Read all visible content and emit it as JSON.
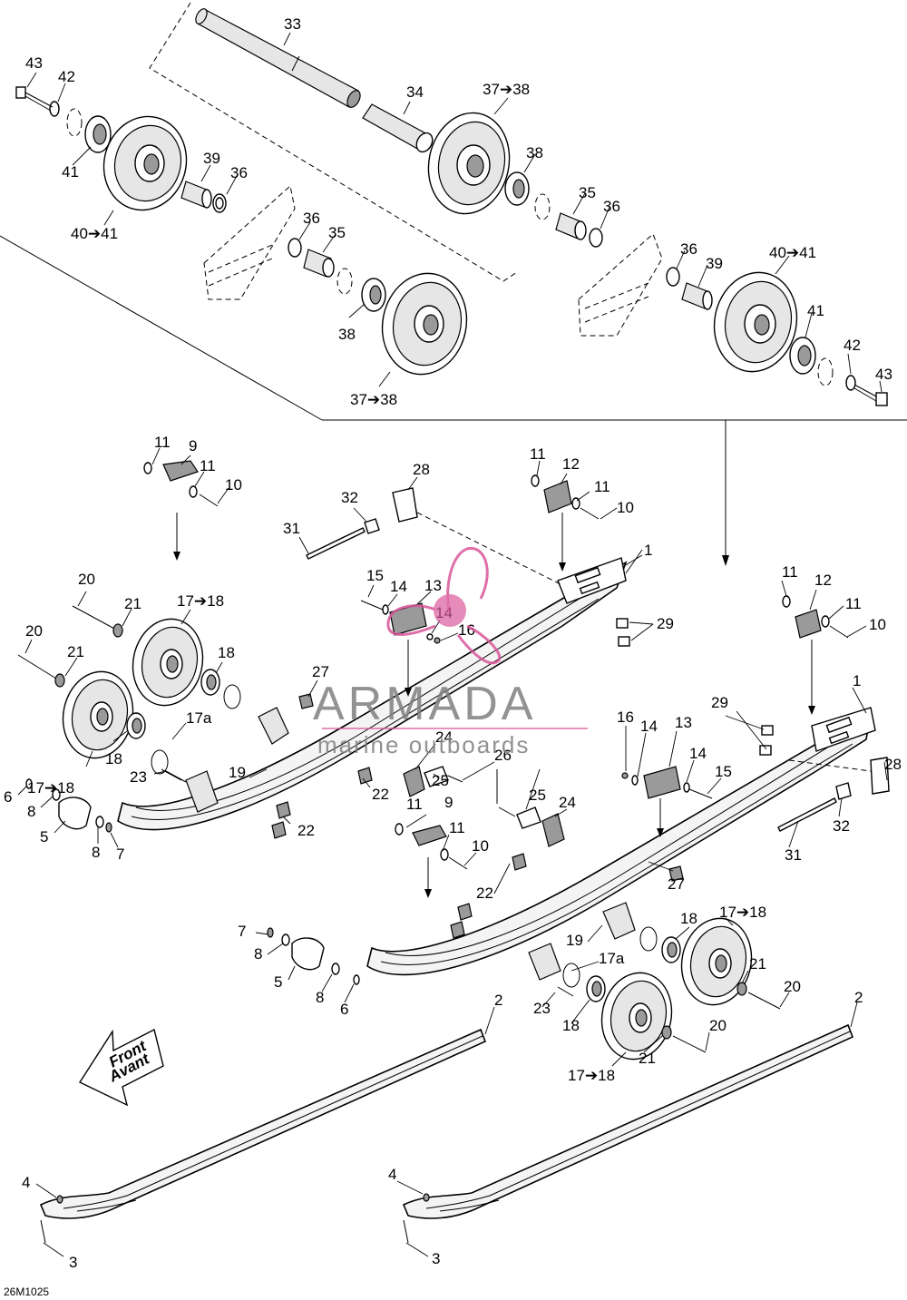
{
  "diagram_code": "26M1025",
  "front_badge": {
    "line1": "Front",
    "line2": "Avant"
  },
  "watermark": {
    "brand": "ARMADA",
    "tagline": "marine outboards",
    "brand_color": "#808080",
    "logo_color": "#d9569a"
  },
  "callouts": {
    "c1a": "1",
    "c1b": "1",
    "c2a": "2",
    "c2b": "2",
    "c3a": "3",
    "c3b": "3",
    "c4a": "4",
    "c4b": "4",
    "c5a": "5",
    "c5b": "5",
    "c6a": "6",
    "c6b": "6",
    "c7a": "7",
    "c7b": "7",
    "c8a": "8",
    "c8b": "8",
    "c8c": "8",
    "c8d": "8",
    "c9a": "9",
    "c9b": "9",
    "c10a": "10",
    "c10b": "10",
    "c10c": "10",
    "c10d": "10",
    "c11a": "11",
    "c11b": "11",
    "c11c": "11",
    "c11d": "11",
    "c11e": "11",
    "c11f": "11",
    "c11g": "11",
    "c11h": "11",
    "c12a": "12",
    "c12b": "12",
    "c13a": "13",
    "c13b": "13",
    "c14a": "14",
    "c14b": "14",
    "c14c": "14",
    "c14d": "14",
    "c15a": "15",
    "c15b": "15",
    "c16a": "16",
    "c16b": "16",
    "c17a1": "17a",
    "c17a2": "17a",
    "c1718a": "17➔18",
    "c1718b": "17➔18",
    "c1718c": "17➔18",
    "c1718d": "17➔18",
    "c18a": "18",
    "c18b": "18",
    "c18c": "18",
    "c18d": "18",
    "c19a": "19",
    "c19b": "19",
    "c20a": "20",
    "c20b": "20",
    "c20c": "20",
    "c20d": "20",
    "c21a": "21",
    "c21b": "21",
    "c21c": "21",
    "c21d": "21",
    "c22a": "22",
    "c22b": "22",
    "c22c": "22",
    "c23a": "23",
    "c23b": "23",
    "c24a": "24",
    "c24b": "24",
    "c25a": "25",
    "c25b": "25",
    "c26": "26",
    "c27a": "27",
    "c27b": "27",
    "c28a": "28",
    "c28b": "28",
    "c29a": "29",
    "c29b": "29",
    "c31a": "31",
    "c31b": "31",
    "c32a": "32",
    "c32b": "32",
    "c33": "33",
    "c34": "34",
    "c35a": "35",
    "c35b": "35",
    "c36a": "36",
    "c36b": "36",
    "c36c": "36",
    "c36d": "36",
    "c3738a": "37➔38",
    "c3738b": "37➔38",
    "c38a": "38",
    "c38b": "38",
    "c39a": "39",
    "c39b": "39",
    "c4041a": "40➔41",
    "c4041b": "40➔41",
    "c41a": "41",
    "c41b": "41",
    "c42a": "42",
    "c42b": "42",
    "c43a": "43",
    "c43b": "43"
  }
}
